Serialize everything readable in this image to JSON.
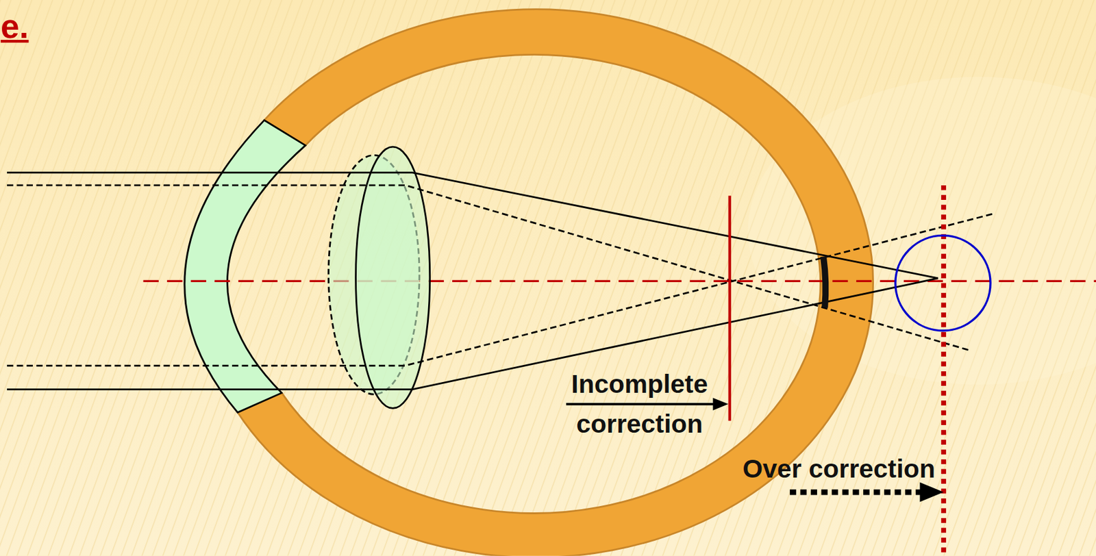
{
  "diagram": {
    "title": "e.",
    "labels": [
      "Incomplete correction",
      "Over correction"
    ]
  }
}
